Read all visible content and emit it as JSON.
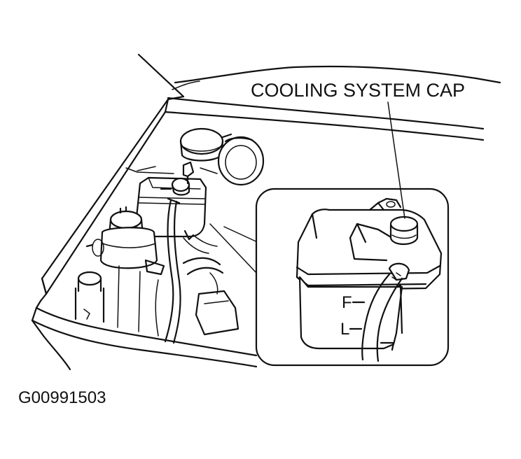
{
  "callout": {
    "label": "COOLING SYSTEM CAP"
  },
  "figure_id": "G00991503",
  "reservoir_marks": {
    "full": "F",
    "low": "L"
  },
  "colors": {
    "ink": "#111111",
    "background": "#ffffff"
  }
}
